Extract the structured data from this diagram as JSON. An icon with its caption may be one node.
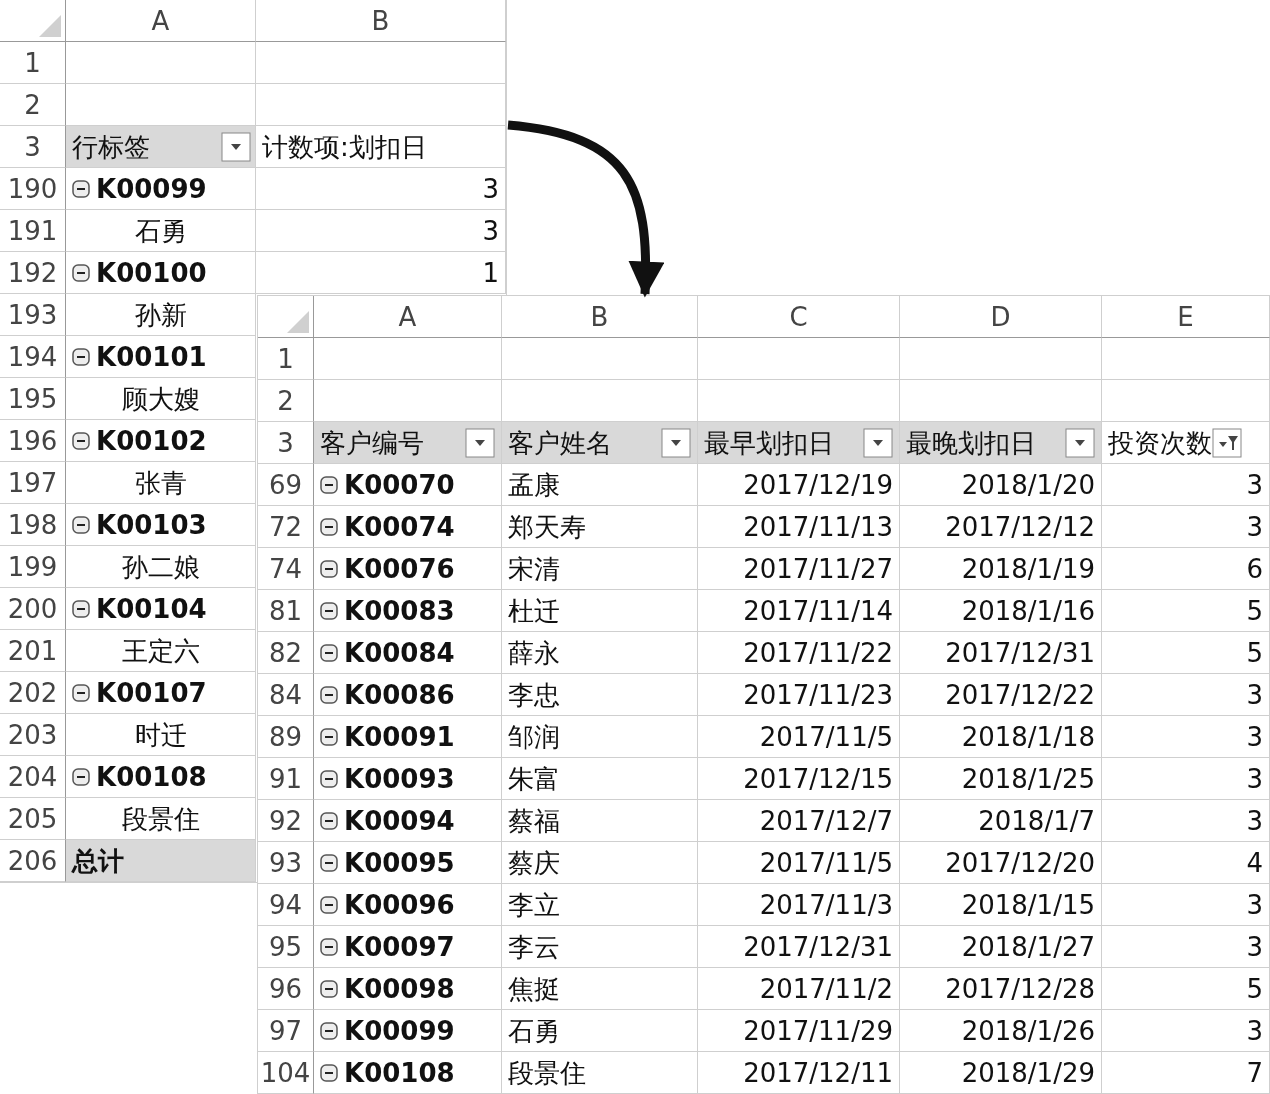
{
  "diagram": {
    "nodes": [
      {
        "text": [],
        "shape": "box"
      },
      {
        "text": [],
        "shape": "box"
      }
    ],
    "edges": [
      {
        "from": 0,
        "to": 1,
        "arrow": "to"
      }
    ],
    "labels": [
      "A",
      "B",
      "1",
      "2",
      "3",
      "行标签",
      "计数项:划扣日",
      "190",
      "K00099",
      "3",
      "191",
      "石勇",
      "3",
      "192",
      "K00100",
      "1",
      "193",
      "孙新",
      "194",
      "K00101",
      "195",
      "顾大嫂",
      "196",
      "K00102",
      "197",
      "张青",
      "198",
      "K00103",
      "199",
      "孙二娘",
      "200",
      "K00104",
      "201",
      "王定六",
      "202",
      "K00107",
      "203",
      "时迁",
      "204",
      "K00108",
      "205",
      "段景住",
      "206",
      "总计",
      "A",
      "B",
      "C",
      "D",
      "E",
      "1",
      "2",
      "3",
      "客户编号",
      "客户姓名",
      "最早划扣日",
      "最晚划扣日",
      "投资次数",
      "69",
      "K00070",
      "孟康",
      "2017/12/19",
      "2018/1/20",
      "3",
      "72",
      "K00074",
      "郑天寿",
      "2017/11/13",
      "2017/12/12",
      "3",
      "74",
      "K00076",
      "宋清",
      "2017/11/27",
      "2018/1/19",
      "6",
      "81",
      "K00083",
      "杜迁",
      "2017/11/14",
      "2018/1/16",
      "5",
      "82",
      "K00084",
      "薛永",
      "2017/11/22",
      "2017/12/31",
      "5",
      "84",
      "K00086",
      "李忠",
      "2017/11/23",
      "2017/12/22",
      "3",
      "89",
      "K00091",
      "邹润",
      "2017/11/5",
      "2018/1/18",
      "3",
      "91",
      "K00093",
      "朱富",
      "2017/12/15",
      "2018/1/25",
      "3",
      "92",
      "K00094",
      "蔡福",
      "2017/12/7",
      "2018/1/7",
      "3",
      "93",
      "K00095",
      "蔡庆",
      "2017/11/5",
      "2017/12/20",
      "4",
      "94",
      "K00096",
      "李立",
      "2017/11/3",
      "2018/1/15",
      "3",
      "95",
      "K00097",
      "李云",
      "2017/12/31",
      "2018/1/27",
      "3",
      "96",
      "K00098",
      "焦挺",
      "2017/11/2",
      "2017/12/28",
      "5",
      "97",
      "K00099",
      "石勇",
      "2017/11/29",
      "2018/1/26",
      "3",
      "104",
      "K00108",
      "段景住",
      "2017/12/11",
      "2018/1/29",
      "7"
    ]
  }
}
